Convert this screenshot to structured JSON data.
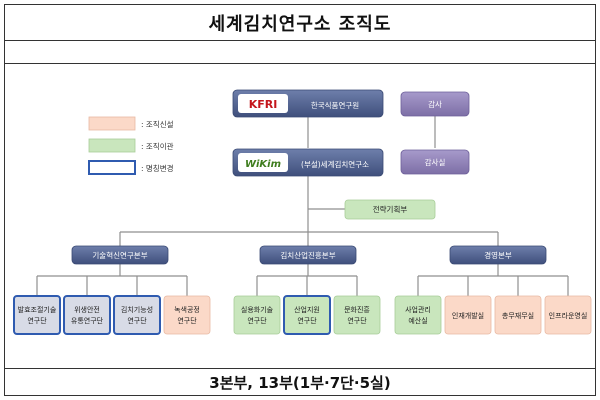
{
  "title": "세계김치연구소 조직도",
  "footer": "3본부, 13부(1부·7단·5실)",
  "legend": [
    {
      "label": ": 조직신설",
      "style": "new"
    },
    {
      "label": ": 조직이관",
      "style": "moved"
    },
    {
      "label": ": 명칭변경",
      "style": "renamed"
    }
  ],
  "top": {
    "kfri": {
      "logo": "KFRI",
      "label": "한국식품연구원"
    },
    "wikim": {
      "logo": "WiKim",
      "label": "(부설)세계김치연구소"
    },
    "audit": "감사",
    "audit_office": "감사실",
    "strategy": "전략기획부"
  },
  "divisions": [
    {
      "name": "기술혁신연구본부",
      "units": [
        {
          "lines": [
            "발효조절기술",
            "연구단"
          ],
          "style": "renamed"
        },
        {
          "lines": [
            "위생안전",
            "유통연구단"
          ],
          "style": "renamed"
        },
        {
          "lines": [
            "김치기능성",
            "연구단"
          ],
          "style": "renamed"
        },
        {
          "lines": [
            "녹색공정",
            "연구단"
          ],
          "style": "new"
        }
      ]
    },
    {
      "name": "김치산업진흥본부",
      "units": [
        {
          "lines": [
            "실용화기술",
            "연구단"
          ],
          "style": "moved"
        },
        {
          "lines": [
            "산업지원",
            "연구단"
          ],
          "style": "renamed_moved"
        },
        {
          "lines": [
            "문화진흥",
            "연구단"
          ],
          "style": "moved"
        }
      ]
    },
    {
      "name": "경영본부",
      "units": [
        {
          "lines": [
            "사업관리",
            "예산실"
          ],
          "style": "moved"
        },
        {
          "lines": [
            "인재개발실"
          ],
          "style": "new"
        },
        {
          "lines": [
            "총무재무실"
          ],
          "style": "new"
        },
        {
          "lines": [
            "인프라운영실"
          ],
          "style": "new"
        }
      ]
    }
  ],
  "colors": {
    "navy": "#4a5a86",
    "purple": "#8a7cb0",
    "green": "#7cb26a",
    "new_fill": "#fbd9c8",
    "moved_fill": "#c9e6bd",
    "renamed_fill": "#d8dbe6",
    "renamed_border": "#2f5bb0",
    "line": "#8f8f8f"
  }
}
